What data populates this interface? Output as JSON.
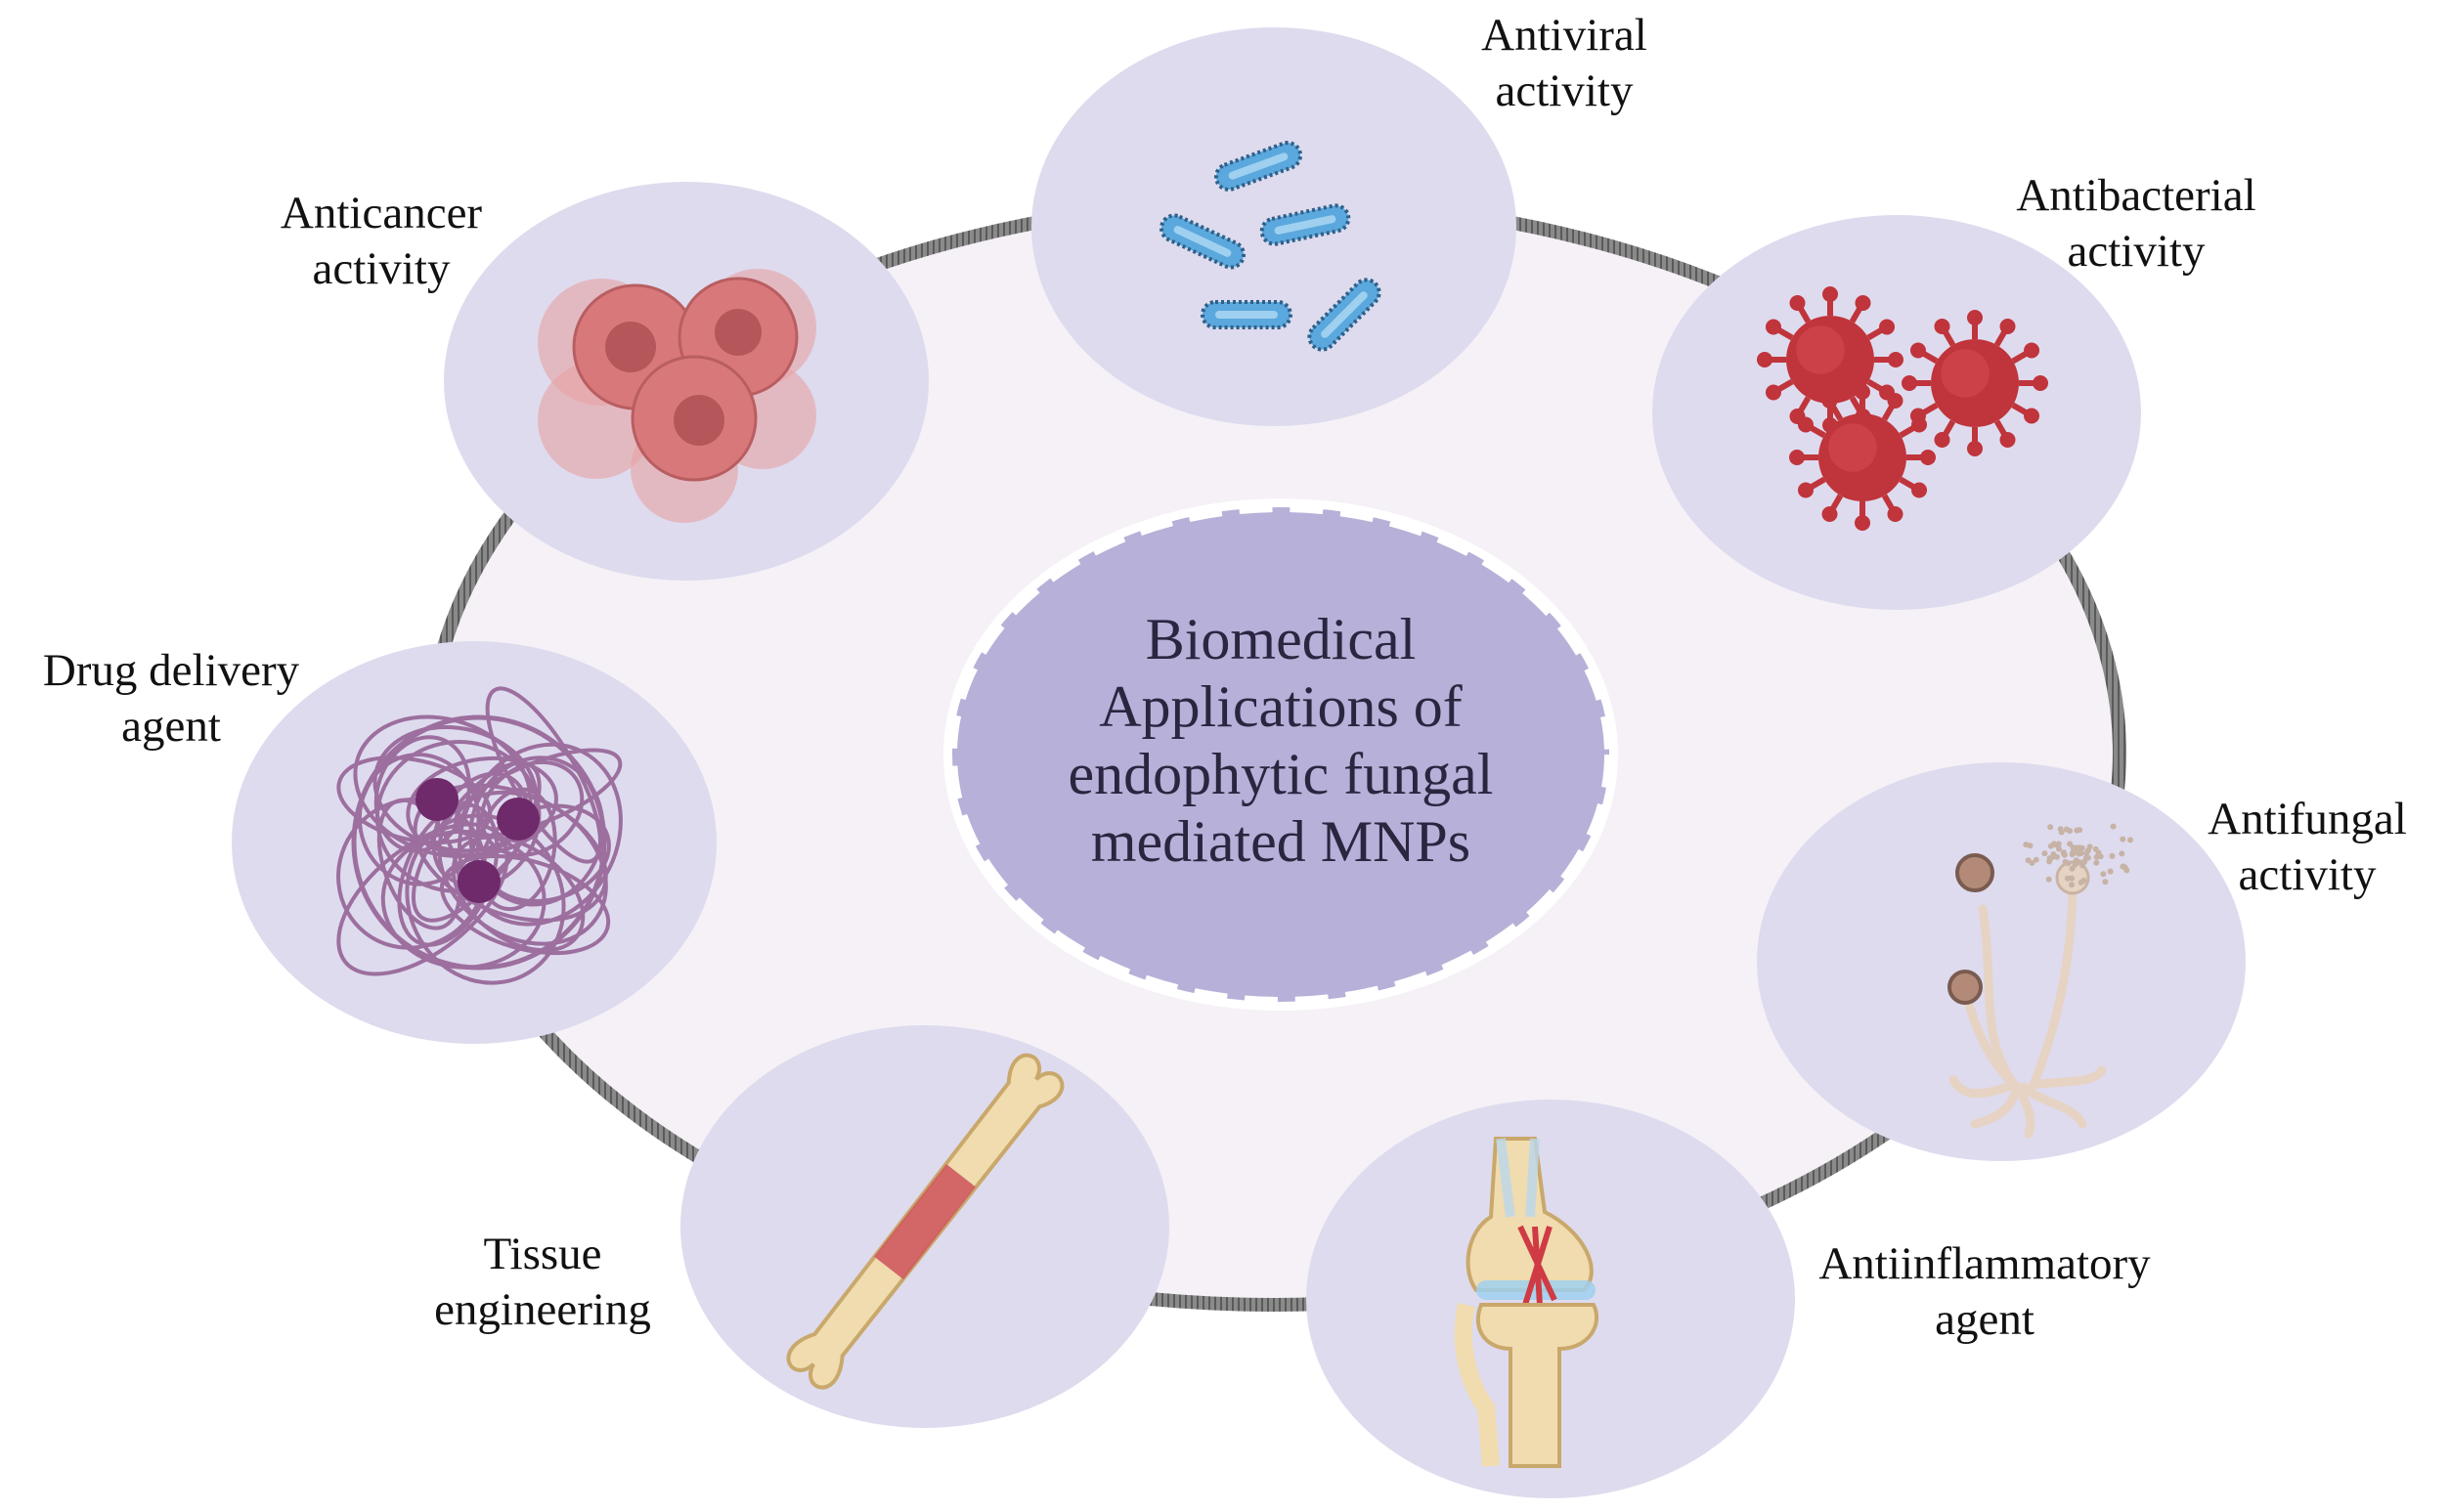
{
  "center": {
    "lines": [
      "Biomedical",
      "Applications of",
      "endophytic fungal",
      "mediated MNPs"
    ]
  },
  "applications": [
    {
      "id": "antiviral",
      "lines": [
        "Antiviral",
        "activity"
      ],
      "icon": "virus-rods-icon"
    },
    {
      "id": "antibacterial",
      "lines": [
        "Antibacterial",
        "activity"
      ],
      "icon": "bacteria-spiky-icon"
    },
    {
      "id": "antifungal",
      "lines": [
        "Antifungal",
        "activity"
      ],
      "icon": "fungus-mold-icon"
    },
    {
      "id": "antiinflammatory",
      "lines": [
        "Antiinflammatory",
        "agent"
      ],
      "icon": "knee-joint-icon"
    },
    {
      "id": "tissue",
      "lines": [
        "Tissue",
        "engineering"
      ],
      "icon": "bone-icon"
    },
    {
      "id": "drug",
      "lines": [
        "Drug delivery",
        "agent"
      ],
      "icon": "nanoparticle-mesh-icon"
    },
    {
      "id": "anticancer",
      "lines": [
        "Anticancer",
        "activity"
      ],
      "icon": "cancer-cells-icon"
    }
  ],
  "colors": {
    "bubble_fill": "#dedbee",
    "ring_fill": "#f5f1f7",
    "ring_border": "#7d7d7d",
    "center_fill": "#b7b0d8",
    "center_dash": "#ffffff",
    "virus_blue": "#5aa8dd",
    "bacteria_red": "#c0343b",
    "cancer_pink": "#d9787a",
    "nanoparticle_purple": "#7a3f79",
    "bone_beige": "#f0dcae"
  }
}
